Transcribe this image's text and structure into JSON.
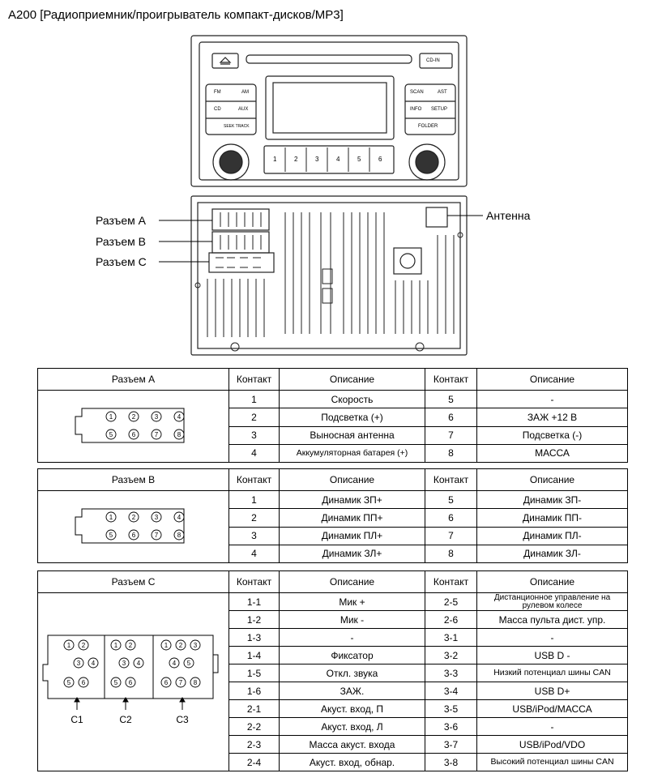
{
  "title": "A200 [Радиоприемник/проигрыватель компакт-дисков/MP3]",
  "front_panel": {
    "btn_fm": "FM",
    "btn_am": "AM",
    "btn_cd": "CD",
    "btn_aux": "AUX",
    "btn_seek_track": "SEEK TRACK",
    "btn_scan": "SCAN",
    "btn_ast": "AST",
    "btn_info": "INFO",
    "btn_setup": "SETUP",
    "btn_folder": "FOLDER",
    "btn_cdin": "CD-IN",
    "presets": [
      "1",
      "2",
      "3",
      "4",
      "5",
      "6"
    ]
  },
  "callouts": {
    "connector_a": "Разъем A",
    "connector_b": "Разъем B",
    "connector_c": "Разъем C",
    "antenna": "Антенна"
  },
  "pin_numbers": {
    "a_top": [
      "1",
      "2",
      "3",
      "4"
    ],
    "a_bottom": [
      "5",
      "6",
      "7",
      "8"
    ]
  },
  "table_a": {
    "header": [
      "Разъем A",
      "Контакт",
      "Описание",
      "Контакт",
      "Описание"
    ],
    "rows": [
      [
        "1",
        "Скорость",
        "5",
        "-"
      ],
      [
        "2",
        "Подсветка (+)",
        "6",
        "ЗАЖ +12 В"
      ],
      [
        "3",
        "Выносная антенна",
        "7",
        "Подсветка (-)"
      ],
      [
        "4",
        "Аккумуляторная батарея (+)",
        "8",
        "МАССА"
      ]
    ]
  },
  "table_b": {
    "header": [
      "Разъем B",
      "Контакт",
      "Описание",
      "Контакт",
      "Описание"
    ],
    "rows": [
      [
        "1",
        "Динамик ЗП+",
        "5",
        "Динамик ЗП-"
      ],
      [
        "2",
        "Динамик ПП+",
        "6",
        "Динамик ПП-"
      ],
      [
        "3",
        "Динамик ПЛ+",
        "7",
        "Динамик ПЛ-"
      ],
      [
        "4",
        "Динамик ЗЛ+",
        "8",
        "Динамик ЗЛ-"
      ]
    ]
  },
  "table_c": {
    "header": [
      "Разъем C",
      "Контакт",
      "Описание",
      "Контакт",
      "Описание"
    ],
    "rows": [
      [
        "1-1",
        "Мик +",
        "2-5",
        "Дистанционное управление на рулевом колесе"
      ],
      [
        "1-2",
        "Мик -",
        "2-6",
        "Масса пульта дист. упр."
      ],
      [
        "1-3",
        "-",
        "3-1",
        "-"
      ],
      [
        "1-4",
        "Фиксатор",
        "3-2",
        "USB D -"
      ],
      [
        "1-5",
        "Откл. звука",
        "3-3",
        "Низкий потенциал шины CAN"
      ],
      [
        "1-6",
        "ЗАЖ.",
        "3-4",
        "USB D+"
      ],
      [
        "2-1",
        "Акуст. вход, П",
        "3-5",
        "USB/iPod/МАССА"
      ],
      [
        "2-2",
        "Акуст. вход, Л",
        "3-6",
        "-"
      ],
      [
        "2-3",
        "Масса акуст. входа",
        "3-7",
        "USB/iPod/VDO"
      ],
      [
        "2-4",
        "Акуст. вход, обнар.",
        "3-8",
        "Высокий потенциал шины CAN"
      ]
    ],
    "groups": [
      "C1",
      "C2",
      "C3"
    ],
    "c1_pins": [
      "1",
      "2",
      "3",
      "4",
      "5",
      "6"
    ],
    "c2_pins": [
      "1",
      "2",
      "3",
      "4",
      "5",
      "6"
    ],
    "c3_pins": [
      "1",
      "2",
      "3",
      "4",
      "5",
      "6",
      "7",
      "8"
    ]
  }
}
